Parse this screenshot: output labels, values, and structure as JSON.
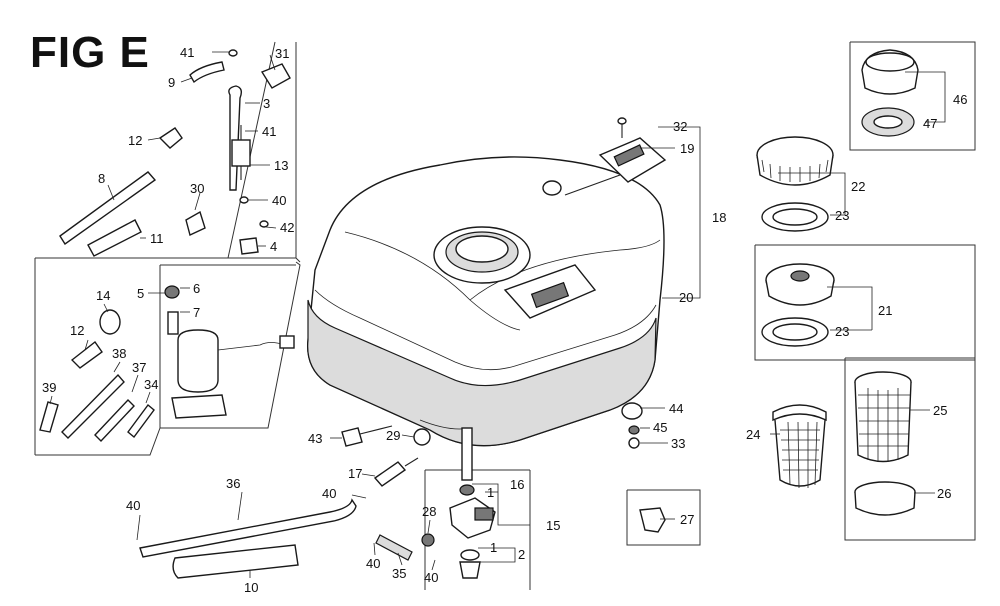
{
  "figure": {
    "title": "FIG E"
  },
  "labels": [
    {
      "id": "p41a",
      "text": "41"
    },
    {
      "id": "p31",
      "text": "31"
    },
    {
      "id": "p9",
      "text": "9"
    },
    {
      "id": "p3",
      "text": "3"
    },
    {
      "id": "p12a",
      "text": "12"
    },
    {
      "id": "p41b",
      "text": "41"
    },
    {
      "id": "p13",
      "text": "13"
    },
    {
      "id": "p8",
      "text": "8"
    },
    {
      "id": "p30",
      "text": "30"
    },
    {
      "id": "p40a",
      "text": "40"
    },
    {
      "id": "p42",
      "text": "42"
    },
    {
      "id": "p11",
      "text": "11"
    },
    {
      "id": "p4",
      "text": "4"
    },
    {
      "id": "p5",
      "text": "5"
    },
    {
      "id": "p6",
      "text": "6"
    },
    {
      "id": "p7",
      "text": "7"
    },
    {
      "id": "p14",
      "text": "14"
    },
    {
      "id": "p12b",
      "text": "12"
    },
    {
      "id": "p38",
      "text": "38"
    },
    {
      "id": "p37",
      "text": "37"
    },
    {
      "id": "p39",
      "text": "39"
    },
    {
      "id": "p34",
      "text": "34"
    },
    {
      "id": "p32",
      "text": "32"
    },
    {
      "id": "p19",
      "text": "19"
    },
    {
      "id": "p18",
      "text": "18"
    },
    {
      "id": "p20",
      "text": "20"
    },
    {
      "id": "p22",
      "text": "22"
    },
    {
      "id": "p23a",
      "text": "23"
    },
    {
      "id": "p46",
      "text": "46"
    },
    {
      "id": "p47",
      "text": "47"
    },
    {
      "id": "p21",
      "text": "21"
    },
    {
      "id": "p23b",
      "text": "23"
    },
    {
      "id": "p25",
      "text": "25"
    },
    {
      "id": "p24",
      "text": "24"
    },
    {
      "id": "p26",
      "text": "26"
    },
    {
      "id": "p27",
      "text": "27"
    },
    {
      "id": "p44",
      "text": "44"
    },
    {
      "id": "p45",
      "text": "45"
    },
    {
      "id": "p33",
      "text": "33"
    },
    {
      "id": "p43",
      "text": "43"
    },
    {
      "id": "p29",
      "text": "29"
    },
    {
      "id": "p17",
      "text": "17"
    },
    {
      "id": "p16",
      "text": "16"
    },
    {
      "id": "p1a",
      "text": "1"
    },
    {
      "id": "p15",
      "text": "15"
    },
    {
      "id": "p36",
      "text": "36"
    },
    {
      "id": "p40b",
      "text": "40"
    },
    {
      "id": "p40c",
      "text": "40"
    },
    {
      "id": "p28",
      "text": "28"
    },
    {
      "id": "p1b",
      "text": "1"
    },
    {
      "id": "p2",
      "text": "2"
    },
    {
      "id": "p10",
      "text": "10"
    },
    {
      "id": "p40d",
      "text": "40"
    },
    {
      "id": "p35",
      "text": "35"
    },
    {
      "id": "p40e",
      "text": "40"
    }
  ]
}
